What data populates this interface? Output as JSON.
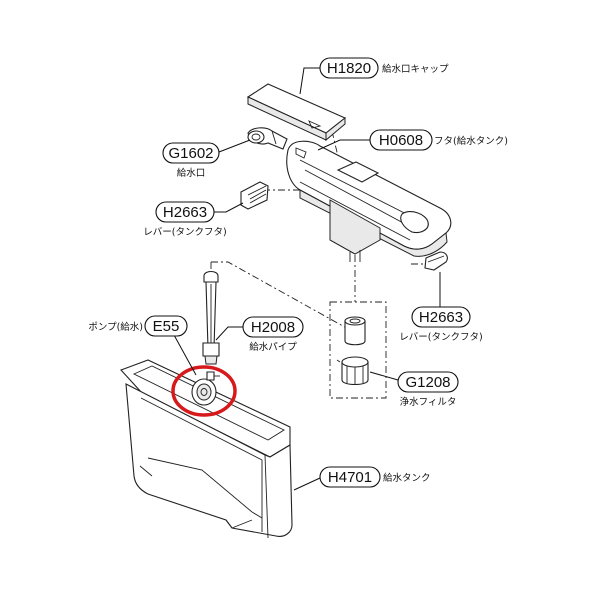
{
  "parts": {
    "h1820": {
      "code": "H1820",
      "name": "給水口キャップ"
    },
    "h0608": {
      "code": "H0608",
      "name": "フタ(給水タンク)"
    },
    "g1602": {
      "code": "G1602",
      "name": "給水口"
    },
    "h2663_left": {
      "code": "H2663",
      "name": "レバー(タンクフタ)"
    },
    "h2663_right": {
      "code": "H2663",
      "name": "レバー(タンクフタ)"
    },
    "e55": {
      "code": "E55",
      "name": "ポンプ(給水)"
    },
    "h2008": {
      "code": "H2008",
      "name": "給水パイプ"
    },
    "g1208": {
      "code": "G1208",
      "name": "浄水フィルタ"
    },
    "h4701": {
      "code": "H4701",
      "name": "給水タンク"
    }
  },
  "highlight": {
    "target": "e55",
    "color": "#d7191c"
  },
  "colors": {
    "line": "#222222",
    "text": "#111111",
    "background": "#ffffff"
  }
}
